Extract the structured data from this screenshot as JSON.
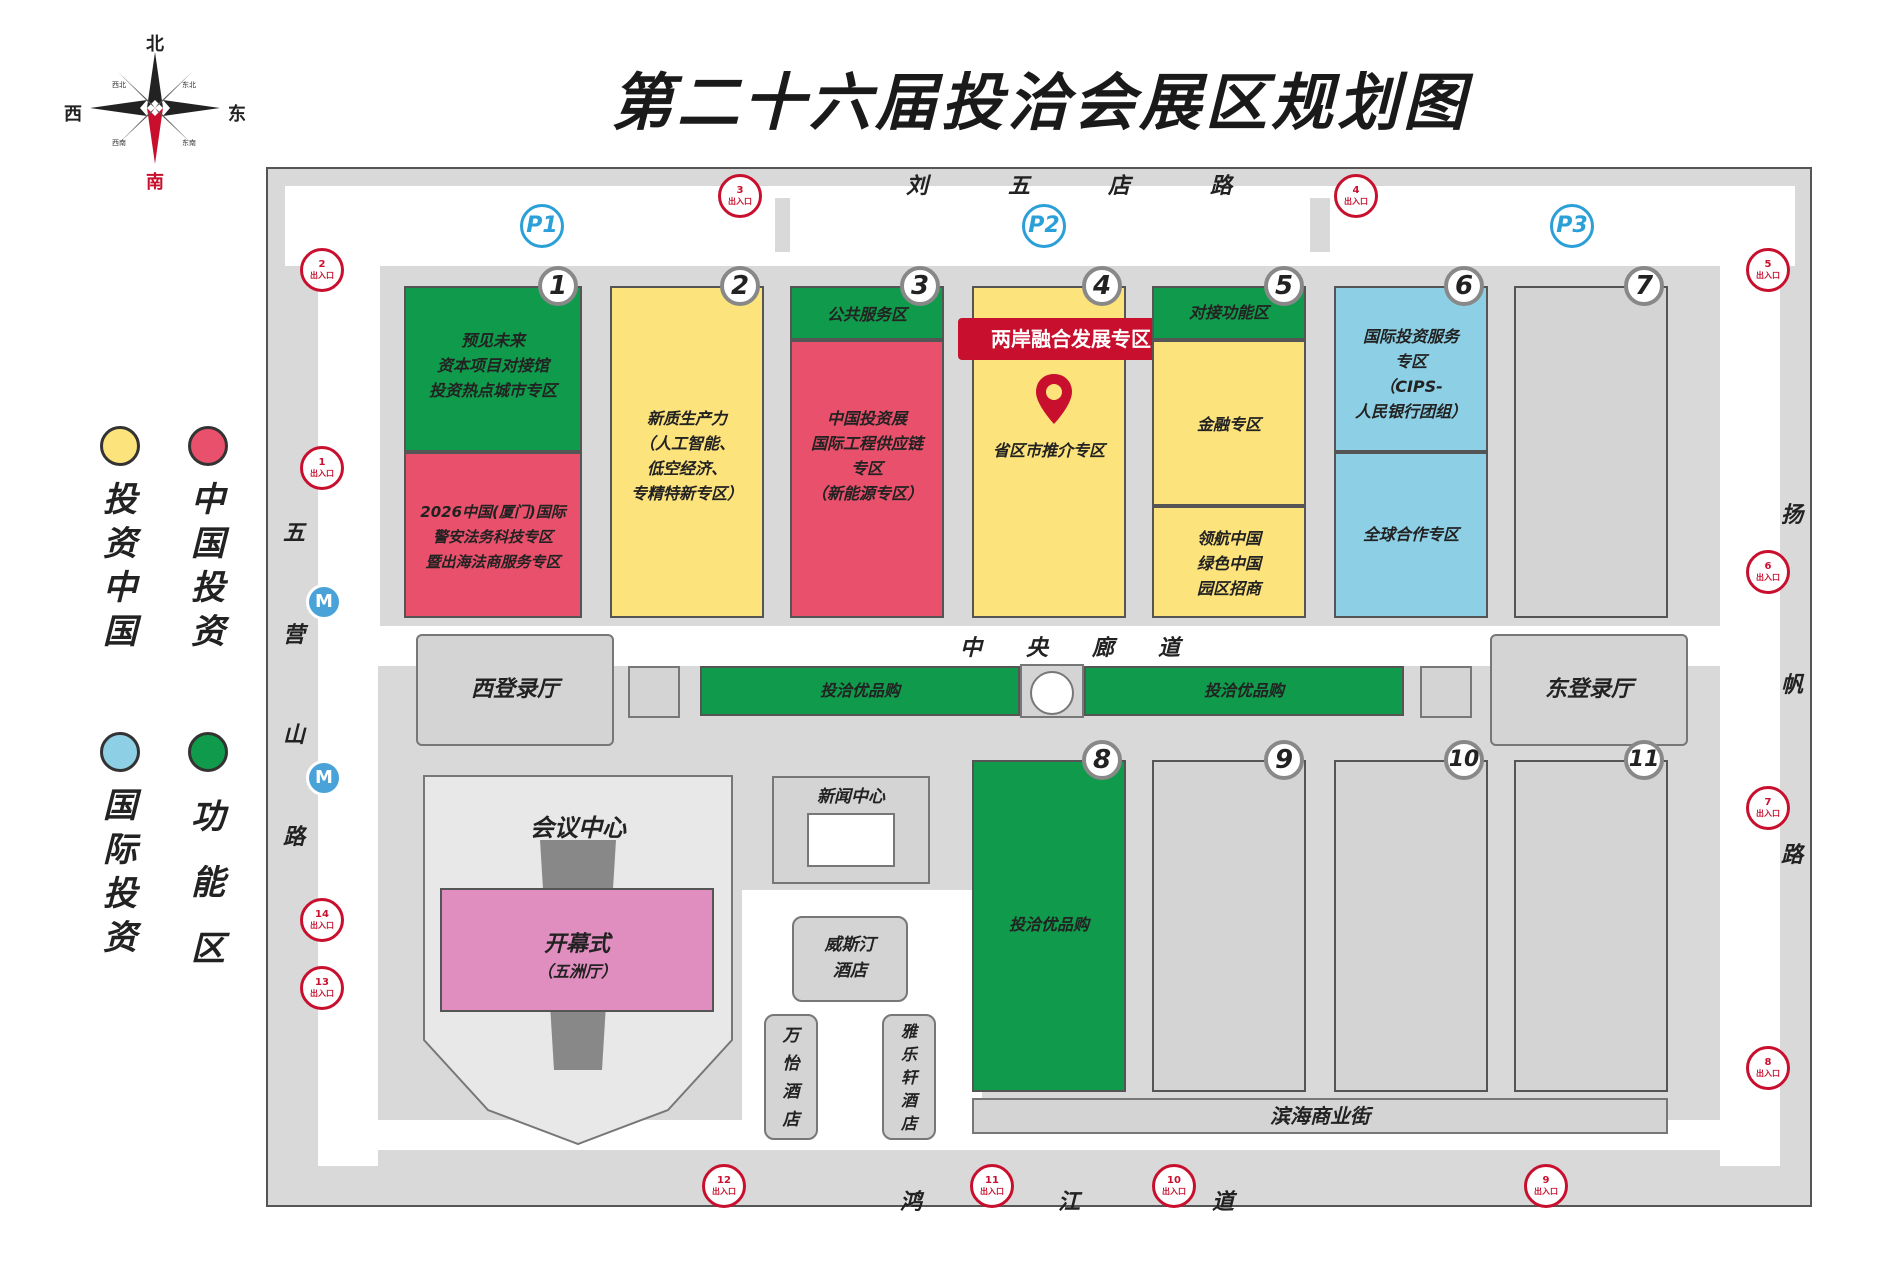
{
  "title": "第二十六届投洽会展区规划图",
  "compass": {
    "north": "北",
    "south": "南",
    "east": "东",
    "west": "西",
    "nw": "西北",
    "ne": "东北",
    "sw": "西南",
    "se": "东南"
  },
  "legend": [
    {
      "label": "投资中国",
      "color": "#fde37c"
    },
    {
      "label": "中国投资",
      "color": "#e8506b"
    },
    {
      "label": "国际投资",
      "color": "#8dd0e6"
    },
    {
      "label": "功能区",
      "color": "#0f9b4b"
    }
  ],
  "roads": {
    "north": [
      "刘",
      "五",
      "店",
      "路"
    ],
    "south": [
      "鸿",
      "江",
      "道"
    ],
    "west": [
      "五",
      "营",
      "山",
      "路"
    ],
    "east": [
      "扬",
      "帆",
      "路"
    ]
  },
  "parking": [
    "P1",
    "P2",
    "P3"
  ],
  "gate_label": "出入口",
  "gates": [
    "1",
    "2",
    "3",
    "4",
    "5",
    "6",
    "7",
    "8",
    "9",
    "10",
    "11",
    "12",
    "13",
    "14"
  ],
  "halls": {
    "h1": {
      "num": "1",
      "top": [
        "预见未来",
        "资本项目对接馆",
        "投资热点城市专区"
      ],
      "bottom": [
        "2026中国(厦门)国际",
        "警安法务科技专区",
        "暨出海法商服务专区"
      ]
    },
    "h2": {
      "num": "2",
      "lines": [
        "新质生产力",
        "（人工智能、",
        "低空经济、",
        "专精特新专区）"
      ]
    },
    "h3": {
      "num": "3",
      "top": "公共服务区",
      "lines": [
        "中国投资展",
        "国际工程供应链",
        "专区",
        "（新能源专区）"
      ]
    },
    "h4": {
      "num": "4",
      "banner": "两岸融合发展专区",
      "label": "省区市推介专区"
    },
    "h5": {
      "num": "5",
      "top": "对接功能区",
      "mid": "金融专区",
      "bottom": [
        "领航中国",
        "绿色中国",
        "园区招商"
      ]
    },
    "h6": {
      "num": "6",
      "top": [
        "国际投资服务",
        "专区",
        "（CIPS-",
        "人民银行团组）"
      ],
      "bottom": "全球合作专区"
    },
    "h7": {
      "num": "7"
    },
    "h8": {
      "num": "8",
      "label": "投洽优品购"
    },
    "h9": {
      "num": "9"
    },
    "h10": {
      "num": "10"
    },
    "h11": {
      "num": "11"
    }
  },
  "corridor": "中　　央　　廊　　道",
  "shop_left": "投洽优品购",
  "shop_right": "投洽优品购",
  "west_lobby": "西登录厅",
  "east_lobby": "东登录厅",
  "conference": "会议中心",
  "opening": {
    "line1": "开幕式",
    "line2": "（五洲厅）"
  },
  "press": "新闻中心",
  "westin": [
    "威斯汀",
    "酒店"
  ],
  "marriott": [
    "万",
    "怡",
    "酒",
    "店"
  ],
  "yalexuan": [
    "雅",
    "乐",
    "轩",
    "酒",
    "店"
  ],
  "binhai": "滨海商业街"
}
